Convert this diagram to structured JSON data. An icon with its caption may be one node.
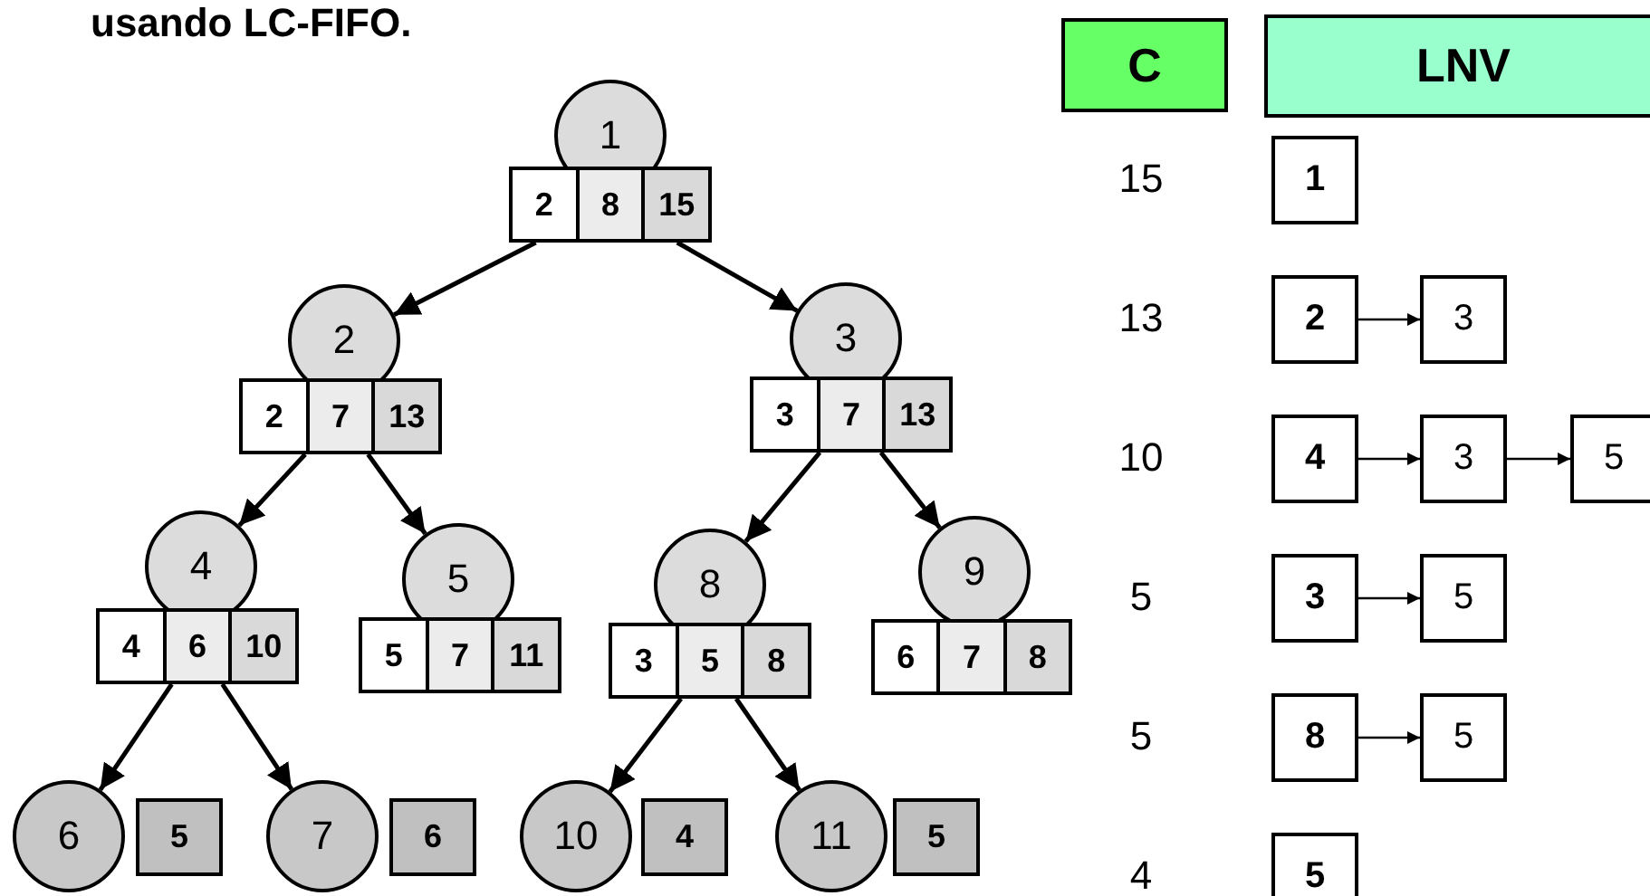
{
  "diagram": {
    "title": "usando LC-FIFO.",
    "nodes": [
      {
        "text": [
          "1"
        ]
      },
      {
        "text": [
          "2",
          "8",
          "15"
        ]
      },
      {
        "text": [
          "2"
        ]
      },
      {
        "text": [
          "2",
          "7",
          "13"
        ]
      },
      {
        "text": [
          "3"
        ]
      },
      {
        "text": [
          "3",
          "7",
          "13"
        ]
      },
      {
        "text": [
          "4"
        ]
      },
      {
        "text": [
          "4",
          "6",
          "10"
        ]
      },
      {
        "text": [
          "5"
        ]
      },
      {
        "text": [
          "5",
          "7",
          "11"
        ]
      },
      {
        "text": [
          "8"
        ]
      },
      {
        "text": [
          "3",
          "5",
          "8"
        ]
      },
      {
        "text": [
          "9"
        ]
      },
      {
        "text": [
          "6",
          "7",
          "8"
        ]
      },
      {
        "text": [
          "6"
        ]
      },
      {
        "text": [
          "5"
        ]
      },
      {
        "text": [
          "7"
        ]
      },
      {
        "text": [
          "6"
        ]
      },
      {
        "text": [
          "10"
        ]
      },
      {
        "text": [
          "4"
        ]
      },
      {
        "text": [
          "11"
        ]
      },
      {
        "text": [
          "5"
        ]
      },
      {
        "text": [
          "C"
        ]
      },
      {
        "text": [
          "LNV"
        ]
      },
      {
        "text": [
          "1"
        ]
      },
      {
        "text": [
          "2"
        ]
      },
      {
        "text": [
          "3"
        ]
      },
      {
        "text": [
          "4"
        ]
      },
      {
        "text": [
          "3"
        ]
      },
      {
        "text": [
          "5"
        ]
      },
      {
        "text": [
          "3"
        ]
      },
      {
        "text": [
          "5"
        ]
      },
      {
        "text": [
          "8"
        ]
      },
      {
        "text": [
          "5"
        ]
      },
      {
        "text": [
          "5"
        ]
      }
    ],
    "edges": [
      {
        "from": 1,
        "to": 2,
        "arrow": "to"
      },
      {
        "from": 1,
        "to": 4,
        "arrow": "to"
      },
      {
        "from": 3,
        "to": 6,
        "arrow": "to"
      },
      {
        "from": 3,
        "to": 8,
        "arrow": "to"
      },
      {
        "from": 5,
        "to": 10,
        "arrow": "to"
      },
      {
        "from": 5,
        "to": 12,
        "arrow": "to"
      },
      {
        "from": 7,
        "to": 14,
        "arrow": "to"
      },
      {
        "from": 7,
        "to": 16,
        "arrow": "to"
      },
      {
        "from": 11,
        "to": 18,
        "arrow": "to"
      },
      {
        "from": 11,
        "to": 20,
        "arrow": "to"
      },
      {
        "from": 25,
        "to": 26,
        "arrow": "to"
      },
      {
        "from": 27,
        "to": 28,
        "arrow": "to"
      },
      {
        "from": 28,
        "to": 29,
        "arrow": "to"
      },
      {
        "from": 30,
        "to": 31,
        "arrow": "to"
      },
      {
        "from": 32,
        "to": 33,
        "arrow": "to"
      }
    ],
    "labels": [
      "15",
      "13",
      "10",
      "5",
      "5",
      "4"
    ]
  }
}
